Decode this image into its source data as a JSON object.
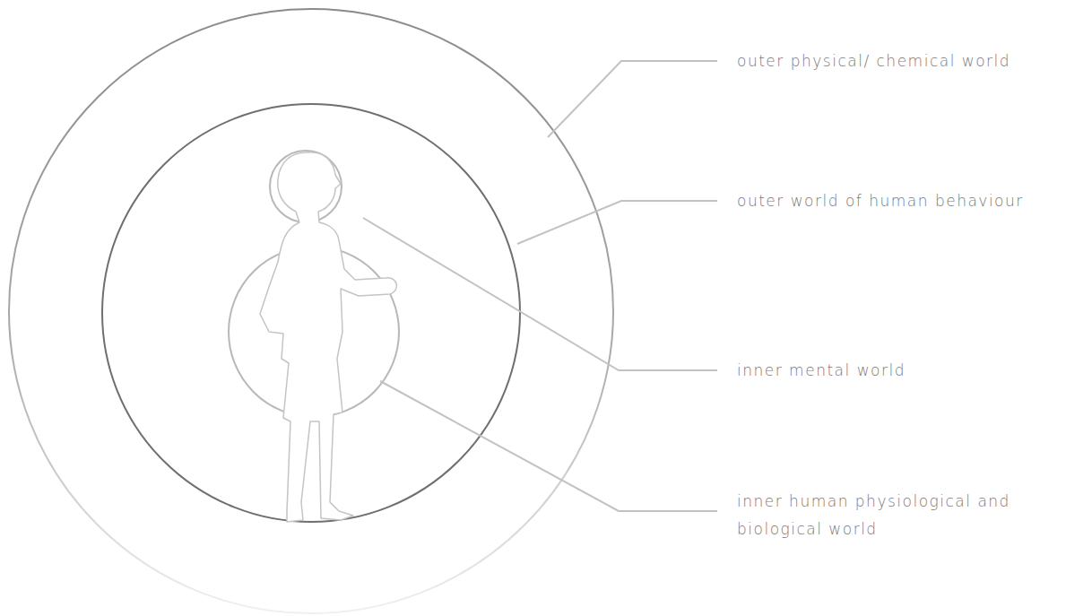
{
  "diagram": {
    "labels": [
      "outer physical/ chemical world",
      "outer world of human behaviour",
      "inner mental world",
      "inner human physiological and biological world"
    ]
  }
}
